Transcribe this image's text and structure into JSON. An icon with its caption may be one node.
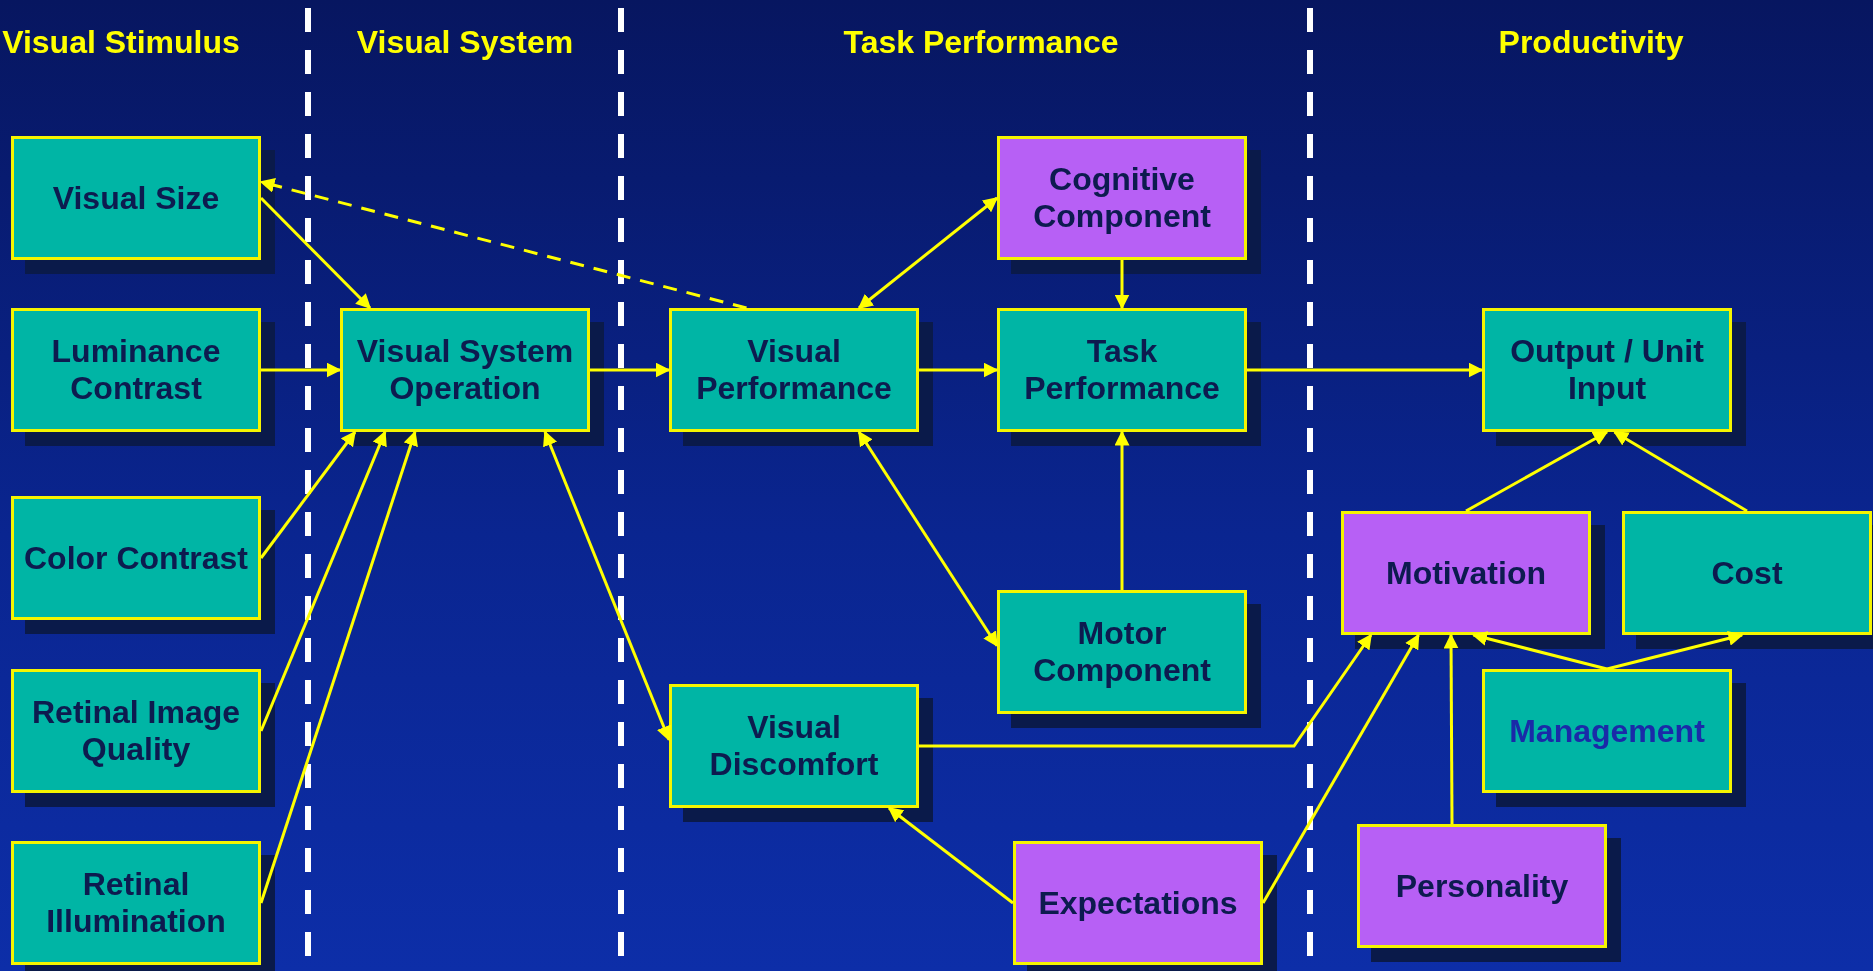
{
  "diagram": {
    "nodes": [
      {
        "text": [
          "Visual Size"
        ]
      },
      {
        "text": [
          "Luminance Contrast"
        ]
      },
      {
        "text": [
          "Color Contrast"
        ]
      },
      {
        "text": [
          "Retinal Image Quality"
        ]
      },
      {
        "text": [
          "Retinal Illumination"
        ]
      },
      {
        "text": [
          "Visual System Operation"
        ]
      },
      {
        "text": [
          "Cognitive Component"
        ]
      },
      {
        "text": [
          "Visual Performance"
        ]
      },
      {
        "text": [
          "Task Performance"
        ]
      },
      {
        "text": [
          "Output / Unit Input"
        ]
      },
      {
        "text": [
          "Motivation"
        ]
      },
      {
        "text": [
          "Cost"
        ]
      },
      {
        "text": [
          "Motor Component"
        ]
      },
      {
        "text": [
          "Visual Discomfort"
        ]
      },
      {
        "text": [
          "Management"
        ]
      },
      {
        "text": [
          "Expectations"
        ]
      },
      {
        "text": [
          "Personality"
        ]
      }
    ],
    "edges": [
      {
        "from": 0,
        "to": 5,
        "arrow": "to"
      },
      {
        "from": 7,
        "to": 0,
        "arrow": "to",
        "style": "dashed"
      },
      {
        "from": 1,
        "to": 5,
        "arrow": "to"
      },
      {
        "from": 2,
        "to": 5,
        "arrow": "to"
      },
      {
        "from": 3,
        "to": 5,
        "arrow": "to"
      },
      {
        "from": 4,
        "to": 5,
        "arrow": "to"
      },
      {
        "from": 5,
        "to": 7,
        "arrow": "to"
      },
      {
        "from": 5,
        "to": 13,
        "arrow": "both"
      },
      {
        "from": 6,
        "to": 7,
        "arrow": "both"
      },
      {
        "from": 6,
        "to": 8,
        "arrow": "to"
      },
      {
        "from": 7,
        "to": 8,
        "arrow": "to"
      },
      {
        "from": 8,
        "to": 9,
        "arrow": "to"
      },
      {
        "from": 7,
        "to": 12,
        "arrow": "both"
      },
      {
        "from": 12,
        "to": 8,
        "arrow": "to"
      },
      {
        "from": 13,
        "to": 10,
        "arrow": "to"
      },
      {
        "from": 15,
        "to": 13,
        "arrow": "to"
      },
      {
        "from": 15,
        "to": 10,
        "arrow": "to"
      },
      {
        "from": 16,
        "to": 10,
        "arrow": "to"
      },
      {
        "from": 10,
        "to": 9,
        "arrow": "to"
      },
      {
        "from": 11,
        "to": 9,
        "arrow": "to"
      },
      {
        "from": 14,
        "to": 10,
        "arrow": "to"
      },
      {
        "from": 14,
        "to": 11,
        "arrow": "to"
      }
    ],
    "labels": [
      "Visual Stimulus",
      "Visual System",
      "Task Performance",
      "Productivity"
    ]
  }
}
